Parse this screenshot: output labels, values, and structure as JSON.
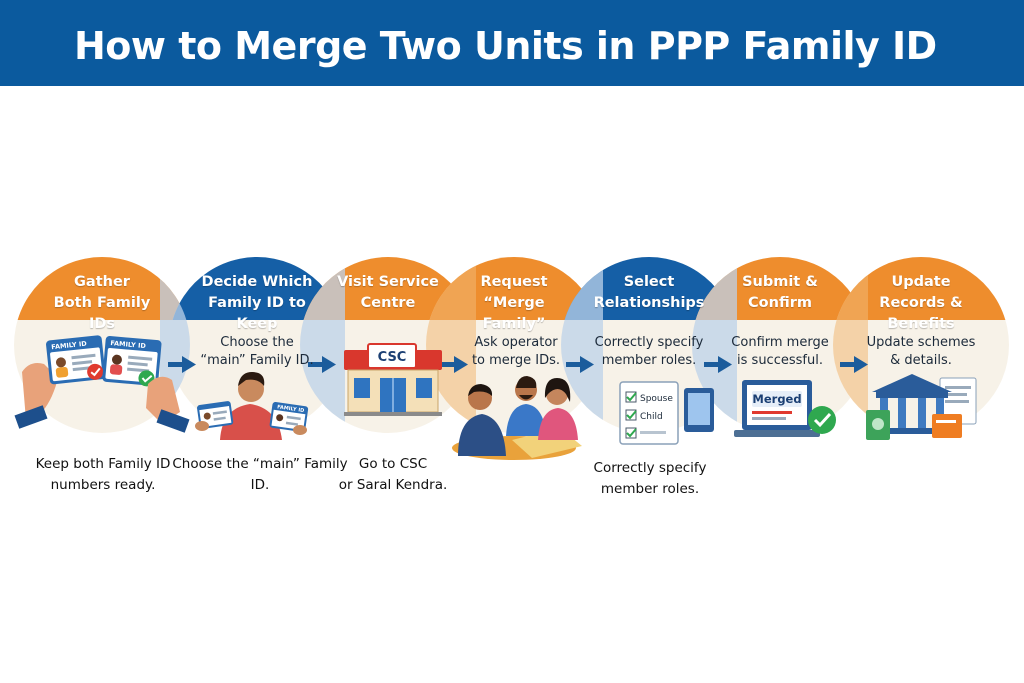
{
  "title": "How to Merge Two Units in PPP Family ID",
  "colors": {
    "banner": "#0b5a9e",
    "orange": "#ee8d2d",
    "blue": "#155fa6",
    "cream": "#f7f2e8"
  },
  "steps": [
    {
      "heading_1": "Gather",
      "heading_2": "Both Family IDs",
      "desc_1": "",
      "desc_2": "",
      "card_label_1": "FAMILY ID",
      "card_label_2": "FAMILY ID",
      "caption_1": "Keep both Family ID",
      "caption_2": "numbers ready."
    },
    {
      "heading_1": "Decide Which",
      "heading_2": "Family ID to Keep",
      "desc_1": "Choose the",
      "desc_2": "“main” Family ID.",
      "card_label_1": "",
      "card_label_2": "FAMILY ID",
      "caption_1": "Choose the “main” Family ID.",
      "caption_2": ""
    },
    {
      "heading_1": "Visit Service",
      "heading_2": "Centre",
      "desc_1": "",
      "desc_2": "",
      "sign": "CSC",
      "caption_1": "Go to CSC",
      "caption_2": "or Saral Kendra."
    },
    {
      "heading_1": "Request",
      "heading_2": "“Merge Family”",
      "desc_1": "Ask operator",
      "desc_2": "to merge IDs.",
      "caption_1": "",
      "caption_2": ""
    },
    {
      "heading_1": "Select",
      "heading_2": "Relationships",
      "desc_1": "Correctly specify",
      "desc_2": "member roles.",
      "list_1": "Spouse",
      "list_2": "Child",
      "caption_1": "Correctly specify",
      "caption_2": "member roles."
    },
    {
      "heading_1": "Submit &",
      "heading_2": "Confirm",
      "desc_1": "Confirm merge",
      "desc_2": "is successful.",
      "screen_label": "Merged",
      "caption_1": "",
      "caption_2": ""
    },
    {
      "heading_1": "Update",
      "heading_2": "Records & Benefits",
      "desc_1": "Update schemes",
      "desc_2": "& details.",
      "caption_1": "",
      "caption_2": ""
    }
  ]
}
